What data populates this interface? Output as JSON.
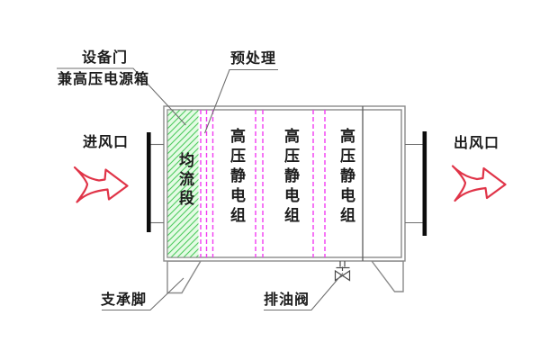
{
  "colors": {
    "line_gray": "#6e6e6e",
    "wall_gray": "#8a8a8a",
    "text_black": "#1c1c1c",
    "arrow_red": "#e03448",
    "hatch_green": "#4ecb5f",
    "hatch_bg": "#e4fbe4",
    "dashed_magenta": "#f23bf2",
    "flange_black": "#0d0d0d"
  },
  "diagram": {
    "top_labels": {
      "equipment_door": "设备门",
      "power_box_line": "兼高压电源箱",
      "pretreatment": "预处理"
    },
    "flow": {
      "inlet": "进风口",
      "outlet": "出风口"
    },
    "sections": {
      "flow_equalization": "均流段",
      "hv_units": [
        "高压静电组",
        "高压静电组",
        "高压静电组"
      ]
    },
    "bottom_labels": {
      "support_foot": "支承脚",
      "drain_valve": "排油阀"
    },
    "icons": {
      "inlet_arrow": "flow-arrow-right-icon",
      "outlet_arrow": "flow-arrow-right-icon",
      "drain_valve": "drain-valve-icon"
    }
  }
}
